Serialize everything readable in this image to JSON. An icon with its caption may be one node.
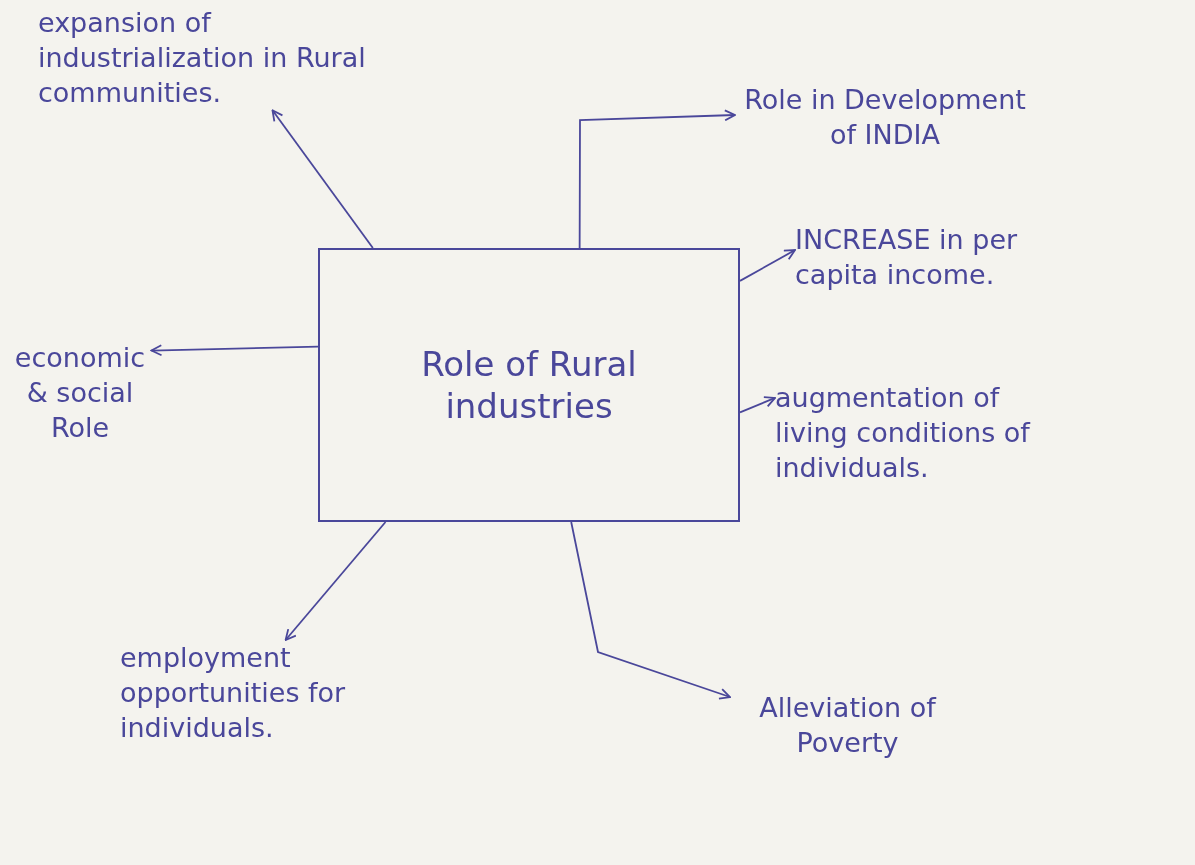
{
  "diagram": {
    "nodes": [
      {
        "text": [
          "Role of Rural industries"
        ]
      },
      {
        "text": [
          "expansion of industrialization in Rural communities."
        ]
      },
      {
        "text": [
          "Role in Development of INDIA"
        ]
      },
      {
        "text": [
          "INCREASE in per capita income."
        ]
      },
      {
        "text": [
          "augmentation of living conditions of individuals."
        ]
      },
      {
        "text": [
          "Alleviation of Poverty"
        ]
      },
      {
        "text": [
          "employment opportunities for individuals."
        ]
      },
      {
        "text": [
          "economic & social Role"
        ]
      }
    ],
    "edges": [
      {
        "from": 0,
        "to": 1,
        "arrow": "to"
      },
      {
        "from": 0,
        "to": 2,
        "arrow": "to"
      },
      {
        "from": 0,
        "to": 3,
        "arrow": "to"
      },
      {
        "from": 0,
        "to": 4,
        "arrow": "to"
      },
      {
        "from": 0,
        "to": 5,
        "arrow": "to"
      },
      {
        "from": 0,
        "to": 6,
        "arrow": "to"
      },
      {
        "from": 0,
        "to": 7,
        "arrow": "to"
      }
    ]
  }
}
